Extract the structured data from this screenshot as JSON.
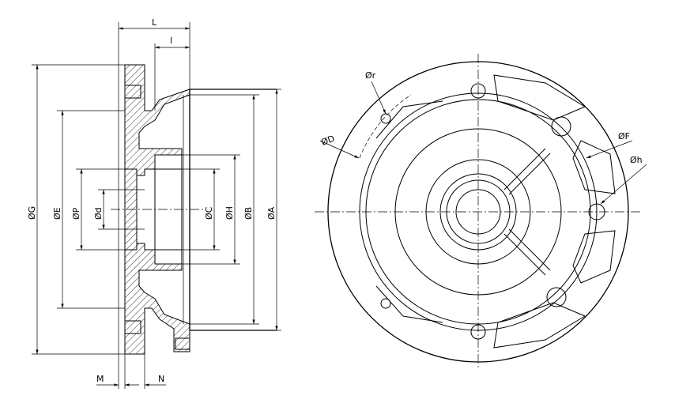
{
  "labels": {
    "L": "L",
    "l": "l",
    "M": "M",
    "N": "N",
    "G": "ØG",
    "E": "ØE",
    "P": "ØP",
    "d": "Ød",
    "C": "ØC",
    "H": "ØH",
    "B": "ØB",
    "A": "ØA",
    "r": "Ør",
    "D": "ØD",
    "F": "ØF",
    "h": "Øh"
  },
  "colors": {
    "line": "#000000",
    "background": "#ffffff"
  }
}
